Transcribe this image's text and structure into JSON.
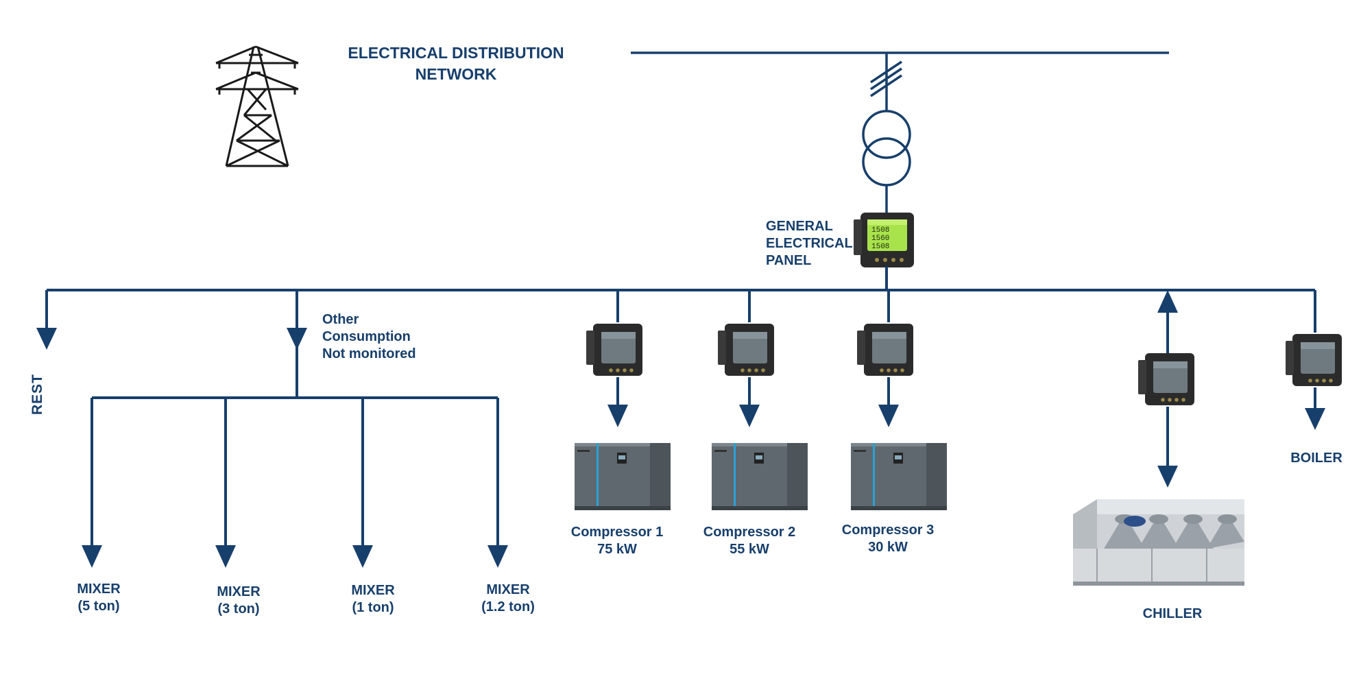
{
  "colors": {
    "line": "#173f6b",
    "text": "#173f6b",
    "meter_body": "#2b2b2b",
    "meter_screen": "#6f7a80",
    "meter_display_general": "#a9e34b",
    "compressor_body": "#616a70",
    "compressor_stripe": "#2aa1d6",
    "chiller_body": "#d7dadd"
  },
  "header": {
    "title_line1": "ELECTRICAL DISTRIBUTION",
    "title_line2": "NETWORK"
  },
  "general_panel": {
    "label_line1": "GENERAL",
    "label_line2": "ELECTRICAL",
    "label_line3": "PANEL",
    "display_readings": [
      "1508",
      "1560",
      "1508"
    ]
  },
  "rest": {
    "label": "REST"
  },
  "other_consumption": {
    "line1": "Other",
    "line2": "Consumption",
    "line3": "Not monitored"
  },
  "mixers": [
    {
      "name": "MIXER",
      "capacity": "(5 ton)"
    },
    {
      "name": "MIXER",
      "capacity": "(3 ton)"
    },
    {
      "name": "MIXER",
      "capacity": "(1 ton)"
    },
    {
      "name": "MIXER",
      "capacity": "(1.2 ton)"
    }
  ],
  "compressors": [
    {
      "name": "Compressor 1",
      "power": "75 kW"
    },
    {
      "name": "Compressor 2",
      "power": "55 kW"
    },
    {
      "name": "Compressor 3",
      "power": "30 kW"
    }
  ],
  "chiller": {
    "label": "CHILLER"
  },
  "boiler": {
    "label": "BOILER"
  },
  "icons": [
    "transmission-tower-icon",
    "transformer-icon",
    "power-meter-icon",
    "air-compressor-icon",
    "chiller-unit-icon"
  ]
}
